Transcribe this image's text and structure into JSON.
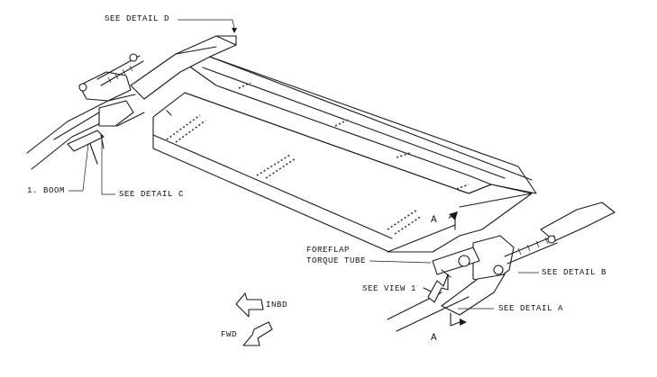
{
  "labels": {
    "detail_d": "SEE DETAIL D",
    "boom": "1. BOOM",
    "detail_c": "SEE DETAIL C",
    "section_a_top": "A",
    "foreflap_line1": "FOREFLAP",
    "foreflap_line2": "TORQUE TUBE",
    "view_1": "SEE VIEW 1",
    "detail_b": "SEE DETAIL B",
    "detail_a": "SEE DETAIL A",
    "section_a_bottom": "A",
    "inbd": "INBD",
    "fwd": "FWD"
  },
  "icons": {
    "inbd_arrow": "outline-arrow-icon",
    "fwd_arrow": "outline-arrow-icon",
    "section_arrow": "section-cut-arrow-icon"
  }
}
